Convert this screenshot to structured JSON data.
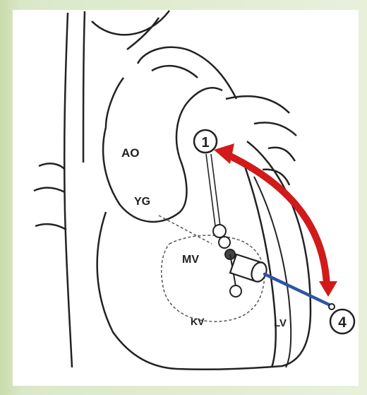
{
  "diagram": {
    "labels": {
      "ao": "AO",
      "rv": "KV",
      "lv": "LV",
      "mv": "MV",
      "yg": "YG",
      "marker_start": "1",
      "marker_end": "4"
    },
    "colors": {
      "arrow": "#d11a1a",
      "catheter": "#2f55a4",
      "line": "#222222",
      "background": "#ffffff",
      "border": "#cfe0b7"
    }
  }
}
